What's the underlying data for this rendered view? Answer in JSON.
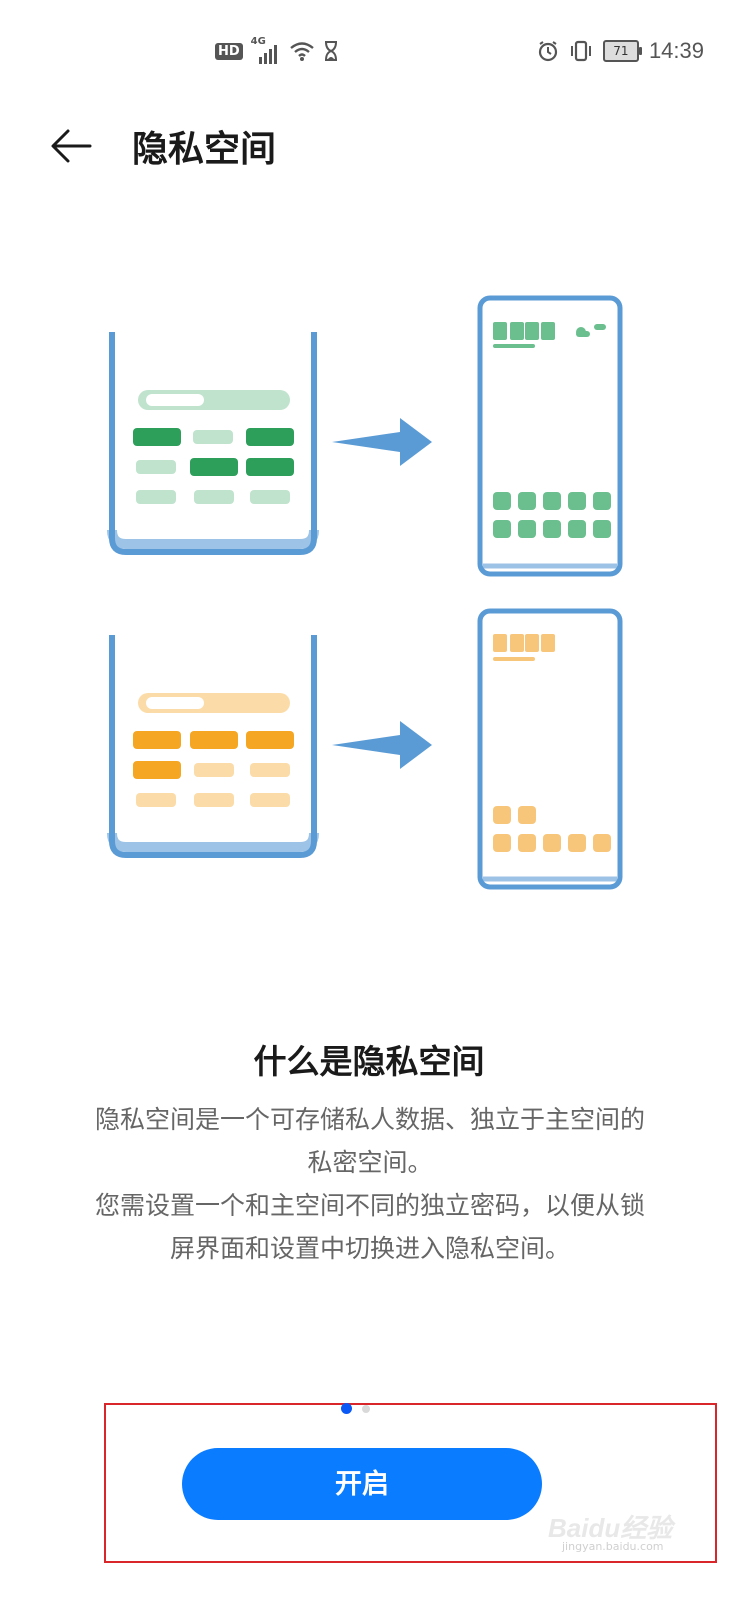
{
  "status_bar": {
    "hd": "HD",
    "network": "4G",
    "battery": "71",
    "time": "14:39"
  },
  "header": {
    "back_icon": "arrow-left-icon",
    "title": "隐私空间"
  },
  "info": {
    "title": "什么是隐私空间",
    "line1": "隐私空间是一个可存储私人数据、独立于主空间的",
    "line2": "私密空间。",
    "line3": "您需设置一个和主空间不同的独立密码，以便从锁",
    "line4": "屏界面和设置中切换进入隐私空间。"
  },
  "pager": {
    "current": 1,
    "total": 2
  },
  "start_button": {
    "label": "开启"
  },
  "watermark": {
    "brand": "Baidu经验",
    "url": "jingyan.baidu.com"
  },
  "colors": {
    "accent": "#0a7cff",
    "green_dark": "#2e9e5b",
    "green_light": "#bfe3cd",
    "orange_dark": "#f5a623",
    "orange_light": "#fbdca8",
    "phone_frame": "#5b9bd5",
    "arrow": "#5b9bd5",
    "highlight_box": "#d9262a"
  }
}
